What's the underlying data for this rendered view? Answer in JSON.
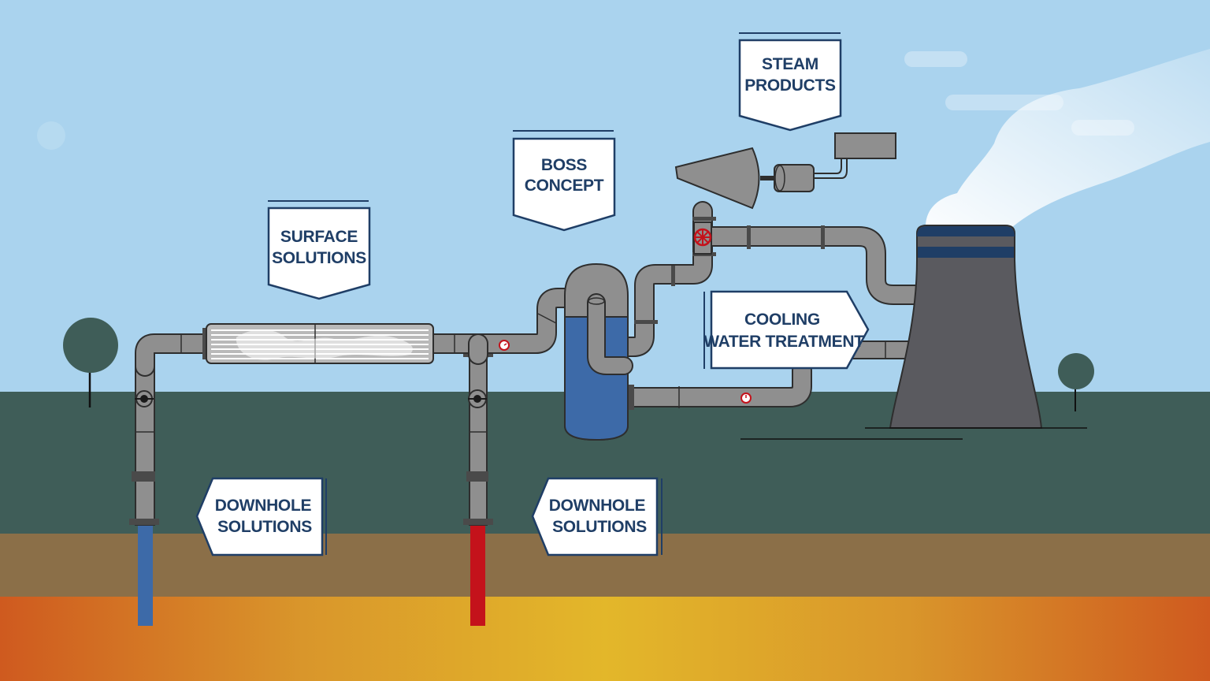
{
  "labels": {
    "surface": [
      "SURFACE",
      "SOLUTIONS"
    ],
    "boss": [
      "BOSS",
      "CONCEPT"
    ],
    "steam": [
      "STEAM",
      "PRODUCTS"
    ],
    "cooling": [
      "COOLING",
      "WATER TREATMENT"
    ],
    "downhole_left": [
      "DOWNHOLE",
      "SOLUTIONS"
    ],
    "downhole_right": [
      "DOWNHOLE",
      "SOLUTIONS"
    ]
  },
  "colors": {
    "sky": "#aad3ee",
    "ground": "#3f5d58",
    "soil": "#8b6f48",
    "magma_edge": "#cf5a1f",
    "magma_center": "#e3b72a",
    "pipe": "#8f8f8f",
    "separator": "#3d6aa8",
    "hot_well": "#c4121b",
    "cold_well": "#3d6aa8",
    "tower": "#5a5a5f",
    "label_text": "#1f3e66"
  }
}
